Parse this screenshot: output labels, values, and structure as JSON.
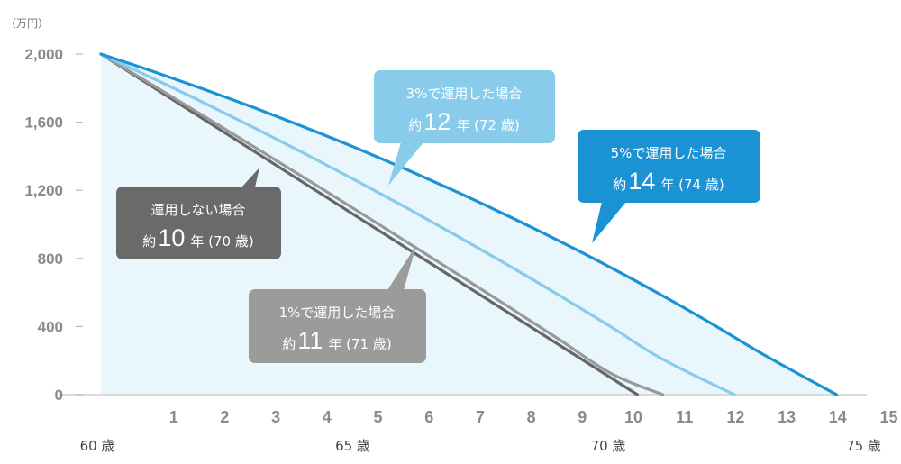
{
  "chart_data": {
    "type": "line",
    "y_unit": "（万円）",
    "ylim": [
      0,
      2000
    ],
    "xlim": [
      0,
      15
    ],
    "y_ticks": [
      "2,000",
      "1,600",
      "1,200",
      "800",
      "400",
      "0"
    ],
    "y_tick_values": [
      2000,
      1600,
      1200,
      800,
      400,
      0
    ],
    "x_ticks": [
      "1",
      "2",
      "3",
      "4",
      "5",
      "6",
      "7",
      "8",
      "9",
      "10",
      "11",
      "12",
      "13",
      "14",
      "15"
    ],
    "x_tick_values": [
      1,
      2,
      3,
      4,
      5,
      6,
      7,
      8,
      9,
      10,
      11,
      12,
      13,
      14,
      15
    ],
    "age_ticks": [
      {
        "label": "60 歳",
        "x": 0
      },
      {
        "label": "65 歳",
        "x": 5
      },
      {
        "label": "70 歳",
        "x": 10
      },
      {
        "label": "75 歳",
        "x": 15
      }
    ],
    "series": [
      {
        "id": "none",
        "color": "#666666",
        "x": [
          0,
          10.5
        ],
        "y": [
          2000,
          0
        ]
      },
      {
        "id": "r1",
        "color": "#999999",
        "x": [
          0,
          1,
          2,
          3,
          4,
          5,
          6,
          7,
          8,
          9,
          10,
          11.0
        ],
        "y": [
          2000,
          1820,
          1638,
          1455,
          1270,
          1083,
          894,
          704,
          512,
          318,
          122,
          0
        ]
      },
      {
        "id": "r3",
        "color": "#88cbea",
        "x": [
          0,
          1,
          2,
          3,
          4,
          5,
          6,
          7,
          8,
          9,
          10,
          11,
          12.4
        ],
        "y": [
          2000,
          1860,
          1716,
          1567,
          1414,
          1256,
          1094,
          927,
          755,
          578,
          395,
          207,
          0
        ]
      },
      {
        "id": "r5",
        "color": "#1a92d4",
        "area": true,
        "x": [
          0,
          1,
          2,
          3,
          4,
          5,
          6,
          7,
          8,
          9,
          10,
          11,
          12,
          13,
          14.4
        ],
        "y": [
          2000,
          1900,
          1795,
          1685,
          1569,
          1448,
          1320,
          1186,
          1045,
          898,
          743,
          580,
          409,
          230,
          0
        ]
      }
    ],
    "annotations": [
      {
        "id": "none",
        "bg": "#6a6a6a",
        "line1": "運用しない場合",
        "prefix": "約",
        "big": "10",
        "suffix": "年 (70 歳)"
      },
      {
        "id": "r1",
        "bg": "#9b9b9b",
        "line1": "1%で運用した場合",
        "prefix": "約",
        "big": "11",
        "suffix": "年 (71 歳)"
      },
      {
        "id": "r3",
        "bg": "#88cbea",
        "line1": "3%で運用した場合",
        "prefix": "約",
        "big": "12",
        "suffix": "年 (72 歳)"
      },
      {
        "id": "r5",
        "bg": "#1a92d4",
        "line1": "5%で運用した場合",
        "prefix": "約",
        "big": "14",
        "suffix": "年 (74 歳)"
      }
    ]
  }
}
